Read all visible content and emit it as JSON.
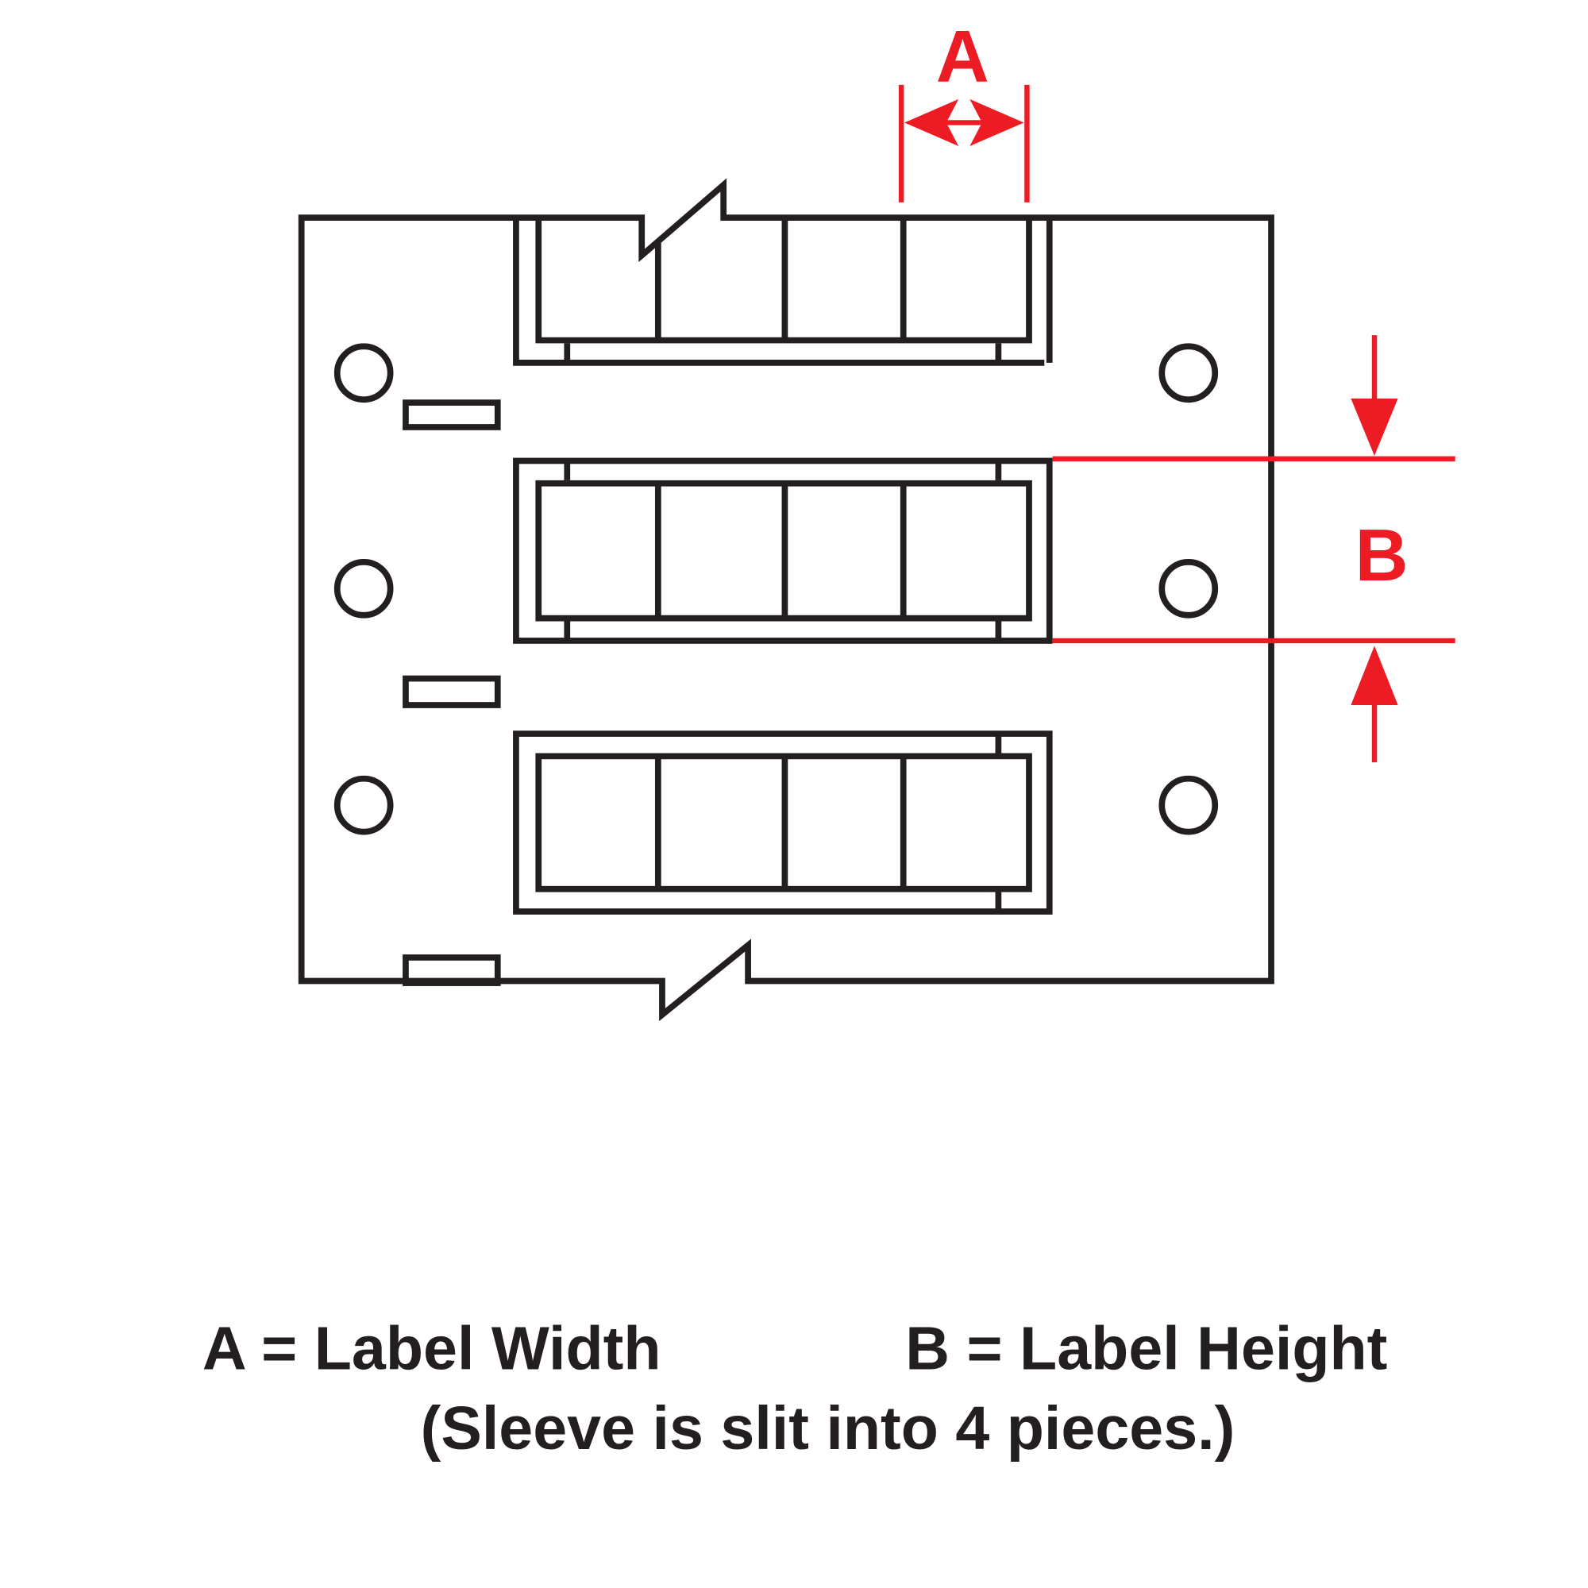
{
  "dimensions": {
    "a_marker": "A",
    "b_marker": "B"
  },
  "legend": {
    "a_definition": "A = Label Width",
    "b_definition": "B = Label Height",
    "note": "(Sleeve is slit into 4 pieces.)"
  },
  "colors": {
    "outline": "#231f20",
    "dimension": "#ed1c24"
  }
}
